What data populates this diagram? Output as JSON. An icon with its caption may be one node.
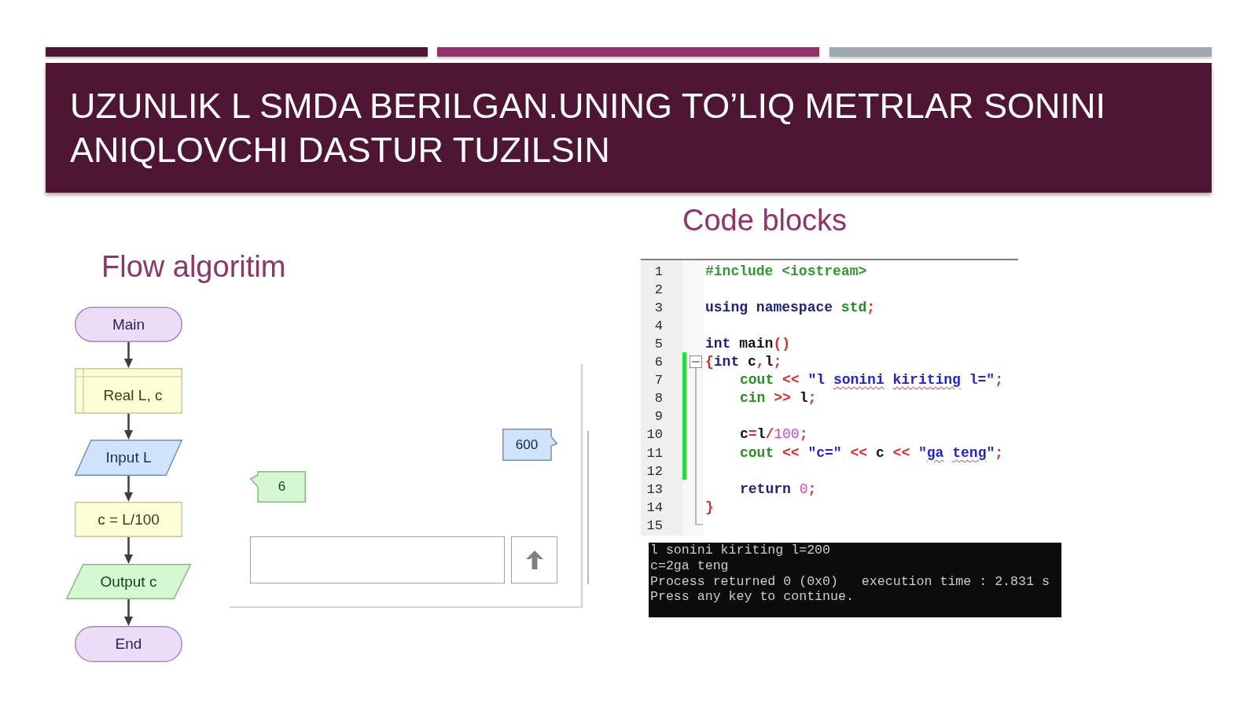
{
  "diagram": {
    "title": "UZUNLIK L SMDA BERILGAN.UNING TO’LIQ METRLAR SONINI ANIQLOVCHI DASTUR TUZILSIN",
    "nodes": [
      {
        "text": [
          "Main"
        ]
      },
      {
        "text": [
          "Real L, c"
        ]
      },
      {
        "text": [
          "Input L"
        ]
      },
      {
        "text": [
          "c = L/100"
        ]
      },
      {
        "text": [
          "Output c"
        ]
      },
      {
        "text": [
          "End"
        ]
      },
      {
        "text": [
          "600"
        ]
      },
      {
        "text": [
          "6"
        ]
      }
    ],
    "edges": [
      {
        "from": 0,
        "to": 1,
        "arrow": "to"
      },
      {
        "from": 1,
        "to": 2,
        "arrow": "to"
      },
      {
        "from": 2,
        "to": 3,
        "arrow": "to"
      },
      {
        "from": 3,
        "to": 4,
        "arrow": "to"
      },
      {
        "from": 4,
        "to": 5,
        "arrow": "to"
      }
    ],
    "labels": [
      "Code blocks",
      "Flow algoritim",
      "1",
      "#include <iostream>",
      "2",
      "3",
      "using namespace std;",
      "4",
      "5",
      "int main()",
      "6",
      "{int c,l;",
      "7",
      "cout << \"l sonini kiriting l=\";",
      "8",
      "cin >> l;",
      "9",
      "10",
      "c=l/100;",
      "11",
      "cout << \"c=\" << c << \"ga teng\";",
      "12",
      "13",
      "return 0;",
      "14",
      "}",
      "15",
      "l sonini kiriting l=200",
      "c=2ga teng",
      "Process returned 0 (0x0)   execution time : 2.831 s",
      "Press any key to continue."
    ]
  }
}
